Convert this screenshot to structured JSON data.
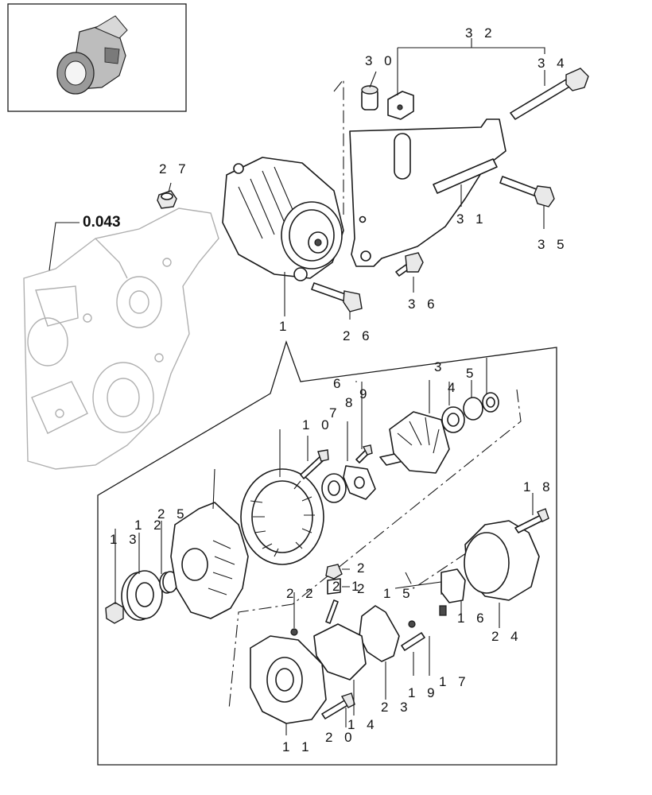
{
  "diagram": {
    "reference_label": "0.043",
    "callouts": [
      {
        "id": "c1",
        "label": "1"
      },
      {
        "id": "c2a",
        "label": "2"
      },
      {
        "id": "c2b",
        "label": "2"
      },
      {
        "id": "c3",
        "label": "3"
      },
      {
        "id": "c4",
        "label": "4"
      },
      {
        "id": "c5",
        "label": "5"
      },
      {
        "id": "c6",
        "label": "6"
      },
      {
        "id": "c7",
        "label": "7"
      },
      {
        "id": "c8",
        "label": "8"
      },
      {
        "id": "c9",
        "label": "9"
      },
      {
        "id": "c10",
        "label": "1 0"
      },
      {
        "id": "c11",
        "label": "1 1"
      },
      {
        "id": "c12",
        "label": "1 2"
      },
      {
        "id": "c13",
        "label": "1 3"
      },
      {
        "id": "c14",
        "label": "1 4"
      },
      {
        "id": "c15",
        "label": "1 5"
      },
      {
        "id": "c16",
        "label": "1 6"
      },
      {
        "id": "c17",
        "label": "1 7"
      },
      {
        "id": "c18",
        "label": "1 8"
      },
      {
        "id": "c19",
        "label": "1 9"
      },
      {
        "id": "c20",
        "label": "2 0"
      },
      {
        "id": "c21",
        "label": "2 1"
      },
      {
        "id": "c22",
        "label": "2 2"
      },
      {
        "id": "c23",
        "label": "2 3"
      },
      {
        "id": "c24",
        "label": "2 4"
      },
      {
        "id": "c25",
        "label": "2 5"
      },
      {
        "id": "c26",
        "label": "2 6"
      },
      {
        "id": "c27",
        "label": "2 7"
      },
      {
        "id": "c30",
        "label": "3 0"
      },
      {
        "id": "c31",
        "label": "3 1"
      },
      {
        "id": "c32",
        "label": "3 2"
      },
      {
        "id": "c34",
        "label": "3 4"
      },
      {
        "id": "c35",
        "label": "3 5"
      },
      {
        "id": "c36",
        "label": "3 6"
      }
    ]
  }
}
